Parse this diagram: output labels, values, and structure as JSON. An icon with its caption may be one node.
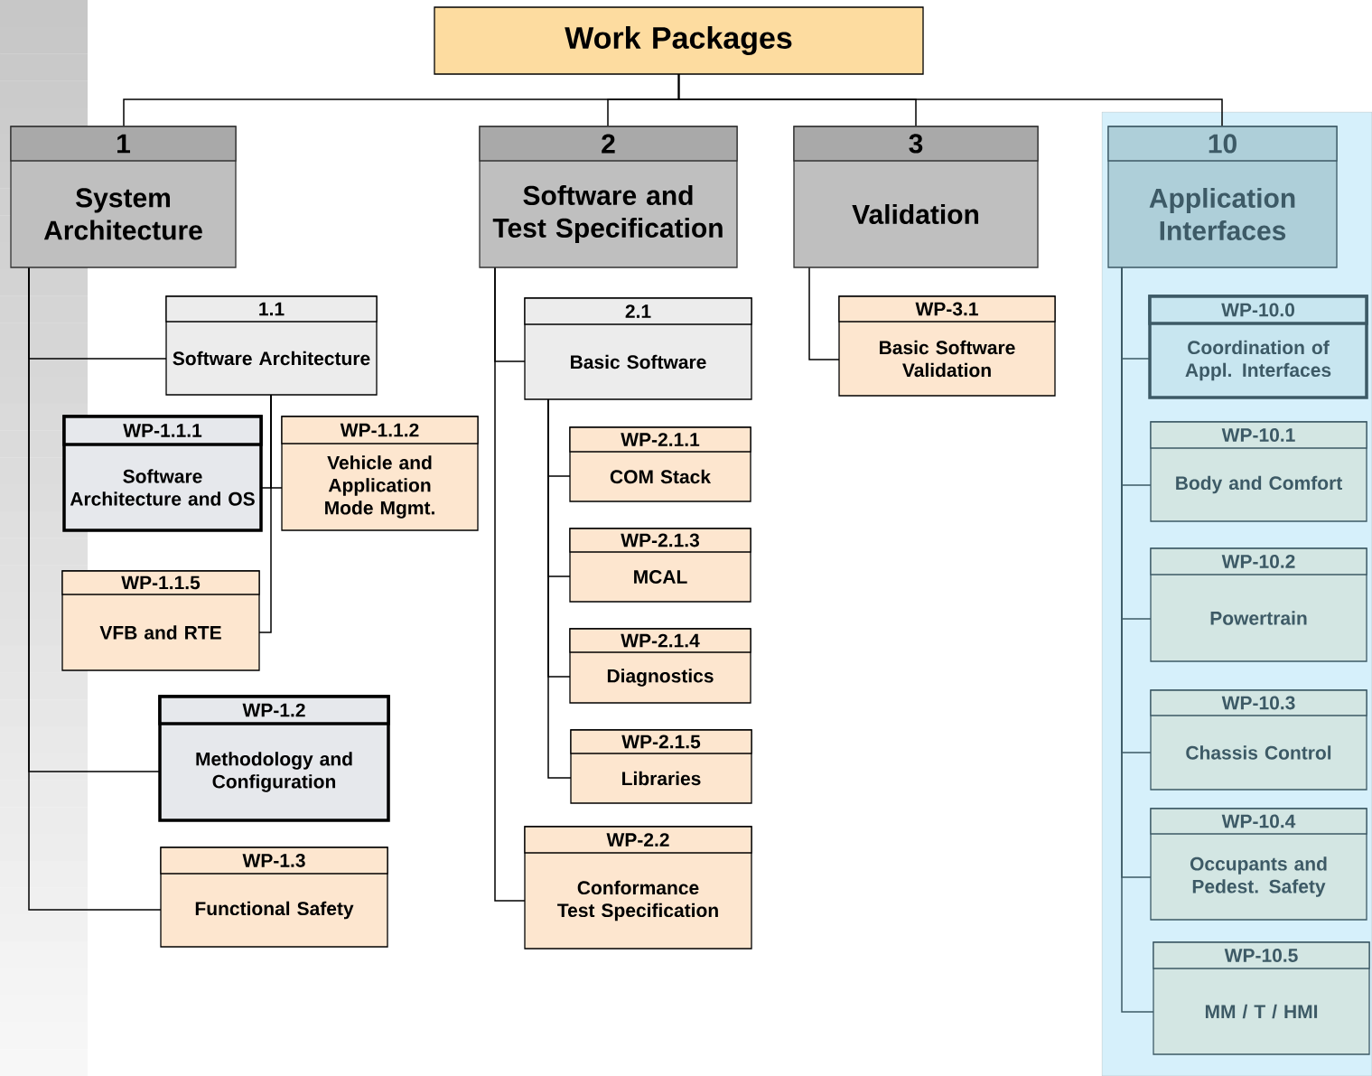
{
  "diagram": {
    "nodes": [
      {
        "text": [
          "Work Packages"
        ]
      },
      {
        "text": [
          "1",
          "System Architecture"
        ]
      },
      {
        "text": [
          "2",
          "Software and Test Specification"
        ]
      },
      {
        "text": [
          "3",
          "Validation"
        ]
      },
      {
        "text": [
          "10",
          "Application Interfaces"
        ]
      },
      {
        "text": [
          "1.1",
          "Software Architecture"
        ]
      },
      {
        "text": [
          "WP-1.1.1",
          "Software Architecture and OS"
        ]
      },
      {
        "text": [
          "WP-1.1.2",
          "Vehicle and Application Mode Mgmt."
        ]
      },
      {
        "text": [
          "WP-1.1.5",
          "VFB and RTE"
        ]
      },
      {
        "text": [
          "WP-1.2",
          "Methodology and Configuration"
        ]
      },
      {
        "text": [
          "WP-1.3",
          "Functional Safety"
        ]
      },
      {
        "text": [
          "2.1",
          "Basic Software"
        ]
      },
      {
        "text": [
          "WP-2.1.1",
          "COM Stack"
        ]
      },
      {
        "text": [
          "WP-2.1.3",
          "MCAL"
        ]
      },
      {
        "text": [
          "WP-2.1.4",
          "Diagnostics"
        ]
      },
      {
        "text": [
          "WP-2.1.5",
          "Libraries"
        ]
      },
      {
        "text": [
          "WP-2.2",
          "Conformance Test Specification"
        ]
      },
      {
        "text": [
          "WP-3.1",
          "Basic Software Validation"
        ]
      },
      {
        "text": [
          "WP-10.0",
          "Coordination of Appl. Interfaces"
        ]
      },
      {
        "text": [
          "WP-10.1",
          "Body and Comfort"
        ]
      },
      {
        "text": [
          "WP-10.2",
          "Powertrain"
        ]
      },
      {
        "text": [
          "WP-10.3",
          "Chassis Control"
        ]
      },
      {
        "text": [
          "WP-10.4",
          "Occupants and Pedest. Safety"
        ]
      },
      {
        "text": [
          "WP-10.5",
          "MM / T / HMI"
        ]
      }
    ],
    "edges": [
      {
        "from": 0,
        "to": 1,
        "arrow": "none"
      },
      {
        "from": 0,
        "to": 2,
        "arrow": "none"
      },
      {
        "from": 0,
        "to": 3,
        "arrow": "none"
      },
      {
        "from": 0,
        "to": 4,
        "arrow": "none"
      },
      {
        "from": 1,
        "to": 5,
        "arrow": "none"
      },
      {
        "from": 1,
        "to": 9,
        "arrow": "none"
      },
      {
        "from": 1,
        "to": 10,
        "arrow": "none"
      },
      {
        "from": 5,
        "to": 6,
        "arrow": "none"
      },
      {
        "from": 5,
        "to": 7,
        "arrow": "none"
      },
      {
        "from": 5,
        "to": 8,
        "arrow": "none"
      },
      {
        "from": 2,
        "to": 11,
        "arrow": "none"
      },
      {
        "from": 2,
        "to": 16,
        "arrow": "none"
      },
      {
        "from": 11,
        "to": 12,
        "arrow": "none"
      },
      {
        "from": 11,
        "to": 13,
        "arrow": "none"
      },
      {
        "from": 11,
        "to": 14,
        "arrow": "none"
      },
      {
        "from": 11,
        "to": 15,
        "arrow": "none"
      },
      {
        "from": 3,
        "to": 17,
        "arrow": "none"
      },
      {
        "from": 4,
        "to": 18,
        "arrow": "none",
        "color": "#3d5a66"
      },
      {
        "from": 4,
        "to": 19,
        "arrow": "none",
        "color": "#3d5a66"
      },
      {
        "from": 4,
        "to": 20,
        "arrow": "none",
        "color": "#3d5a66"
      },
      {
        "from": 4,
        "to": 21,
        "arrow": "none",
        "color": "#3d5a66"
      },
      {
        "from": 4,
        "to": 22,
        "arrow": "none",
        "color": "#3d5a66"
      },
      {
        "from": 4,
        "to": 23,
        "arrow": "none",
        "color": "#3d5a66"
      }
    ]
  }
}
